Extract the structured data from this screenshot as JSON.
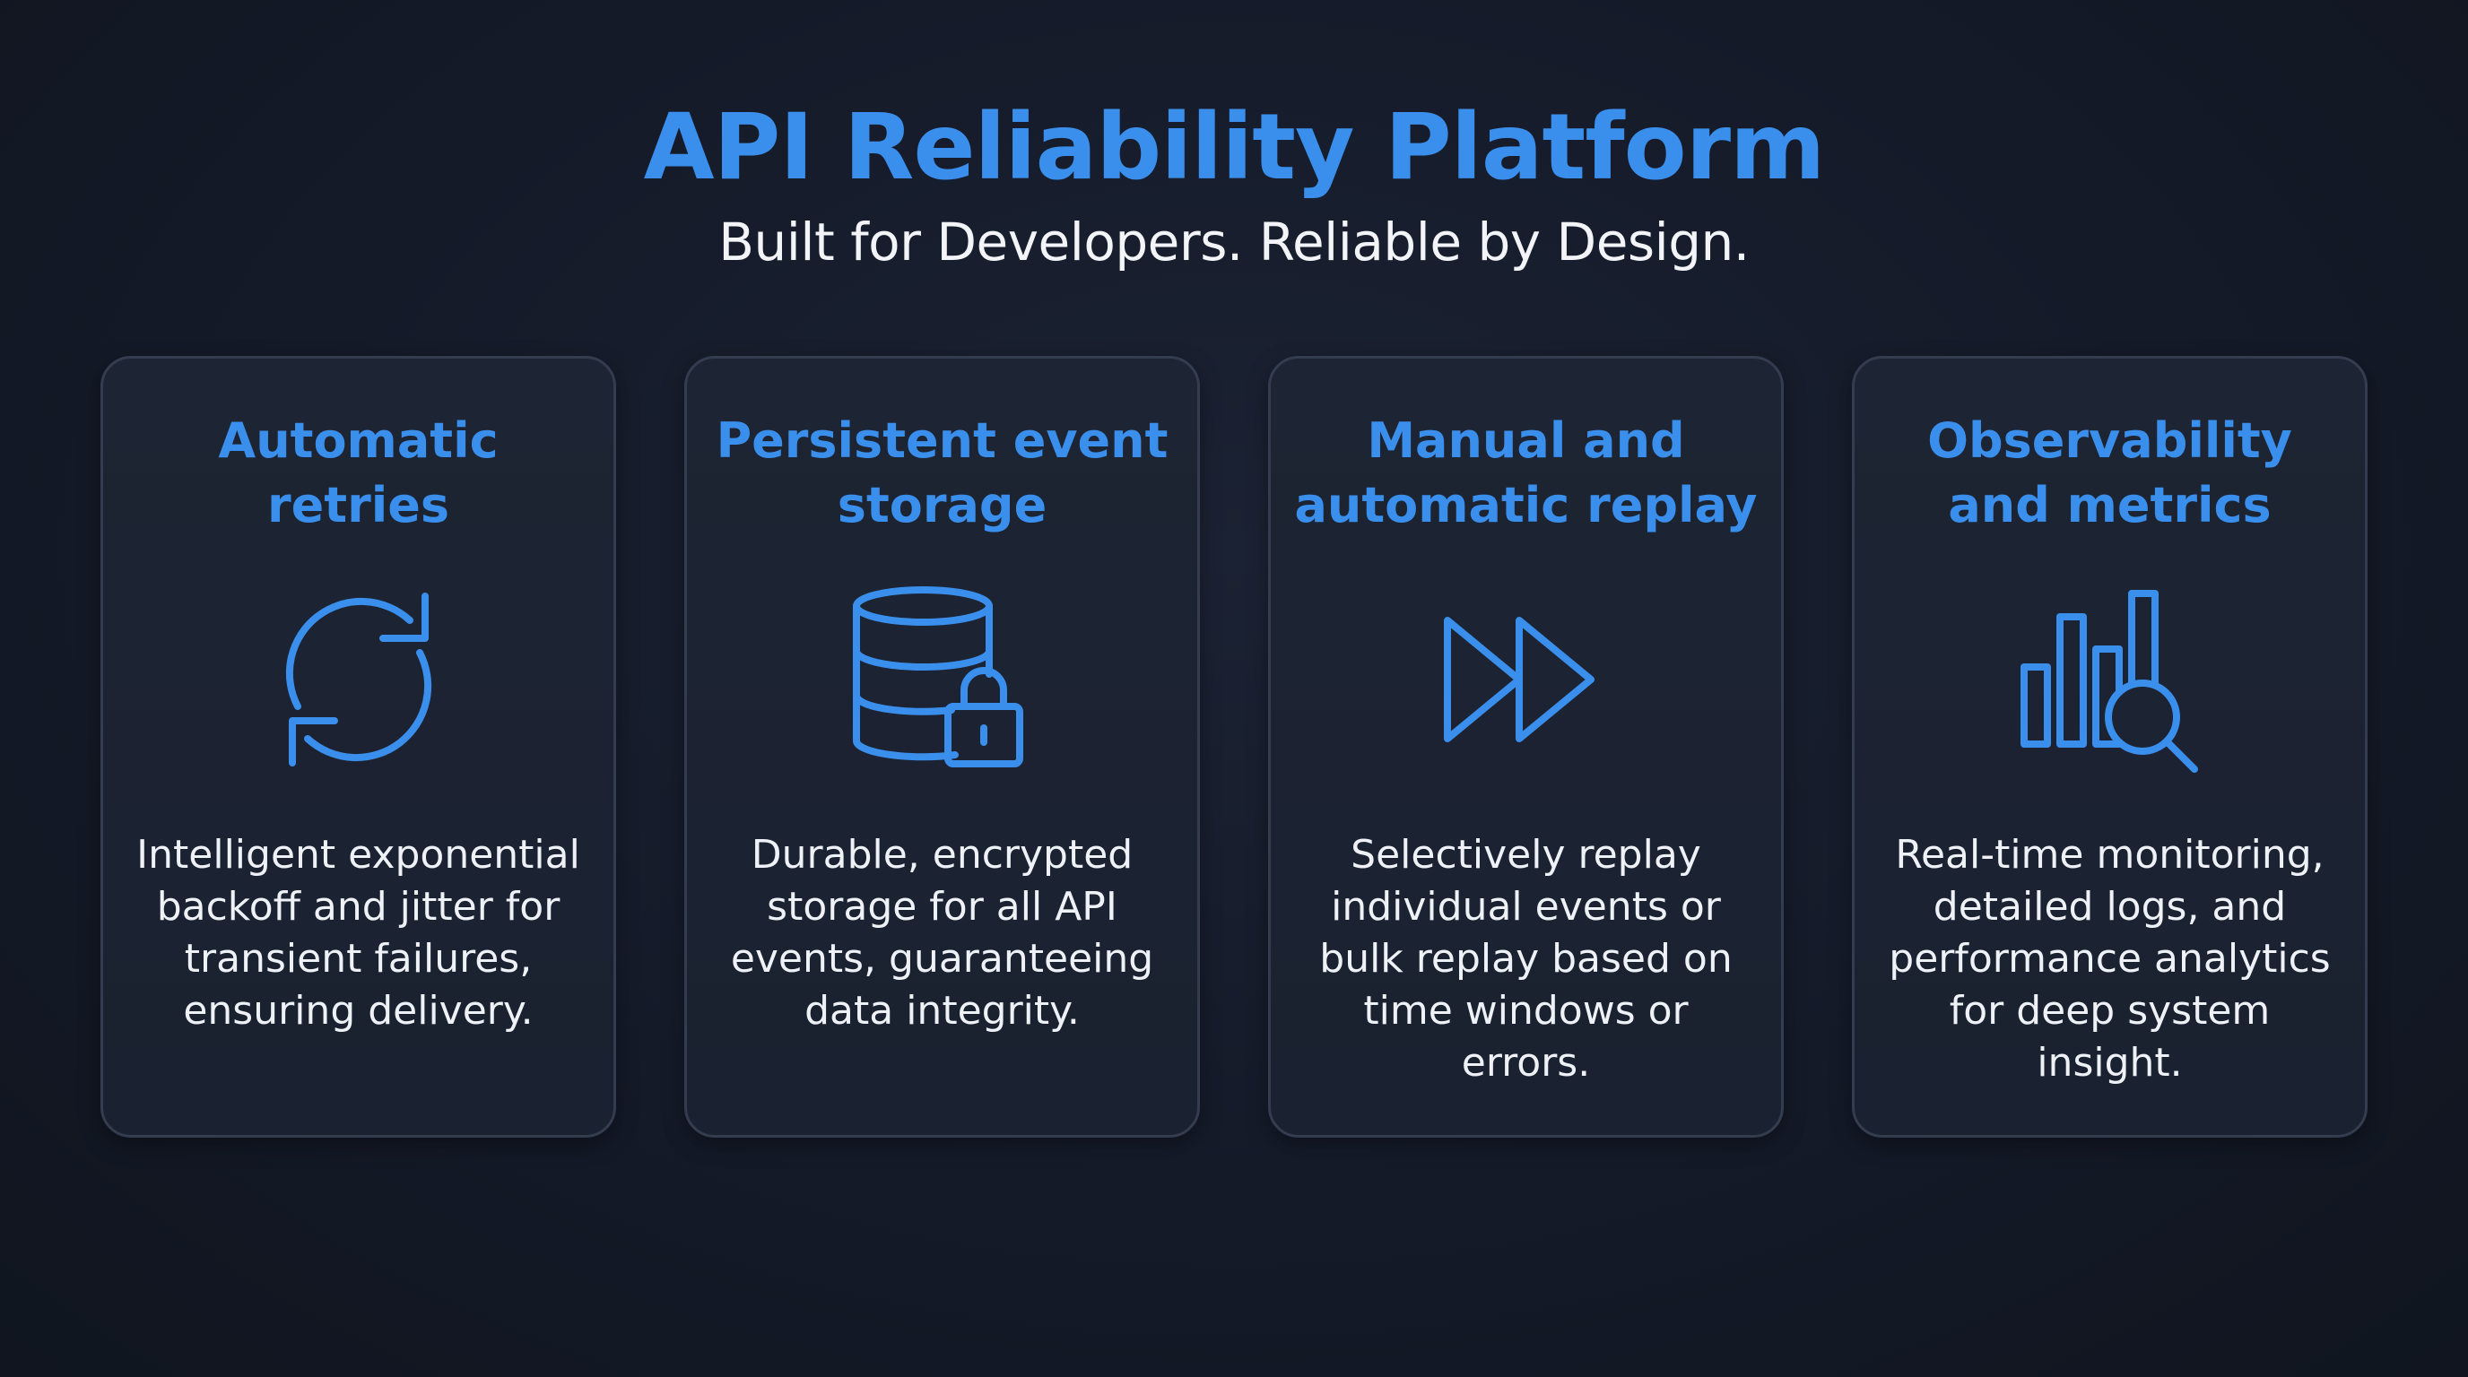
{
  "header": {
    "title": "API Reliability Platform",
    "subtitle": "Built for Developers. Reliable by Design."
  },
  "colors": {
    "accent": "#3b8fec",
    "background": "#141a28",
    "card_background": "#1c2332",
    "card_border": "#343d4f",
    "text": "#eef1f6"
  },
  "cards": [
    {
      "title": "Automatic retries",
      "icon": "refresh-icon",
      "description": "Intelligent exponential backoff and jitter for transient failures, ensuring delivery."
    },
    {
      "title": "Persistent event storage",
      "icon": "database-lock-icon",
      "description": "Durable, encrypted storage for all API events, guaranteeing data integrity."
    },
    {
      "title": "Manual and automatic replay",
      "icon": "fast-forward-icon",
      "description": "Selectively replay individual events or bulk replay based on time windows or errors."
    },
    {
      "title": "Observability and metrics",
      "icon": "bar-chart-search-icon",
      "description": "Real-time monitoring, detailed logs, and performance analytics for deep system insight."
    }
  ]
}
